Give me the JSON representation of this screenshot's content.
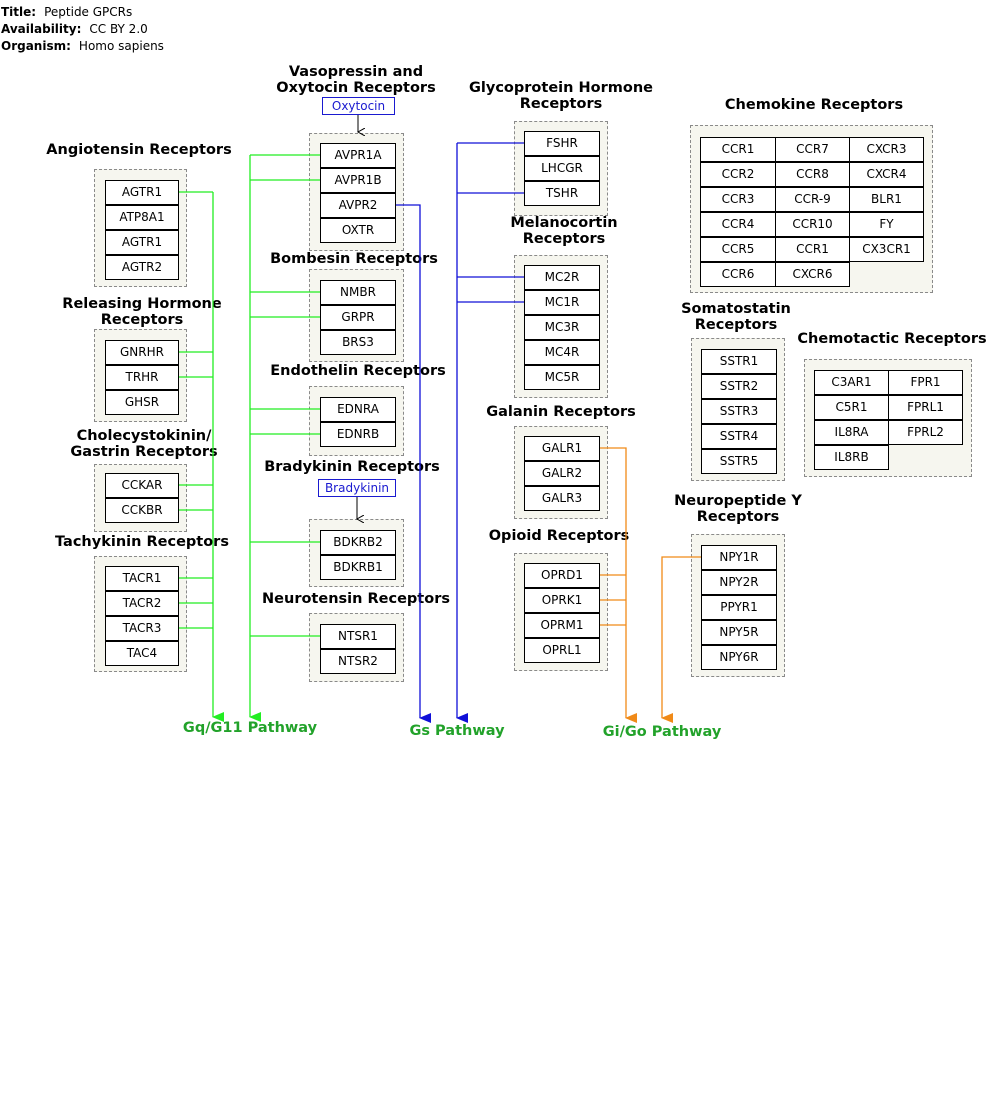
{
  "meta": {
    "title_label": "Title:",
    "title": "Peptide GPCRs",
    "availability_label": "Availability:",
    "availability": "CC BY 2.0",
    "organism_label": "Organism:",
    "organism": "Homo sapiens"
  },
  "groups": {
    "angiotensin": {
      "title": "Angiotensin Receptors",
      "genes": [
        "AGTR1",
        "ATP8A1",
        "AGTR1",
        "AGTR2"
      ]
    },
    "releasing": {
      "title": "Releasing Hormone\nReceptors",
      "genes": [
        "GNRHR",
        "TRHR",
        "GHSR"
      ]
    },
    "cholecystokinin": {
      "title": "Cholecystokinin/\nGastrin Receptors",
      "genes": [
        "CCKAR",
        "CCKBR"
      ]
    },
    "tachykinin": {
      "title": "Tachykinin Receptors",
      "genes": [
        "TACR1",
        "TACR2",
        "TACR3",
        "TAC4"
      ]
    },
    "vasopressin": {
      "title": "Vasopressin and\nOxytocin Receptors",
      "ligand": "Oxytocin",
      "genes": [
        "AVPR1A",
        "AVPR1B",
        "AVPR2",
        "OXTR"
      ]
    },
    "bombesin": {
      "title": "Bombesin Receptors",
      "genes": [
        "NMBR",
        "GRPR",
        "BRS3"
      ]
    },
    "endothelin": {
      "title": "Endothelin Receptors",
      "genes": [
        "EDNRA",
        "EDNRB"
      ]
    },
    "bradykinin": {
      "title": "Bradykinin Receptors",
      "ligand": "Bradykinin",
      "genes": [
        "BDKRB2",
        "BDKRB1"
      ]
    },
    "neurotensin": {
      "title": "Neurotensin Receptors",
      "genes": [
        "NTSR1",
        "NTSR2"
      ]
    },
    "glycoprotein": {
      "title": "Glycoprotein Hormone\nReceptors",
      "genes": [
        "FSHR",
        "LHCGR",
        "TSHR"
      ]
    },
    "melanocortin": {
      "title": "Melanocortin\nReceptors",
      "genes": [
        "MC2R",
        "MC1R",
        "MC3R",
        "MC4R",
        "MC5R"
      ]
    },
    "galanin": {
      "title": "Galanin Receptors",
      "genes": [
        "GALR1",
        "GALR2",
        "GALR3"
      ]
    },
    "opioid": {
      "title": "Opioid Receptors",
      "genes": [
        "OPRD1",
        "OPRK1",
        "OPRM1",
        "OPRL1"
      ]
    },
    "chemokine": {
      "title": "Chemokine Receptors",
      "genes": [
        "CCR1",
        "CCR2",
        "CCR3",
        "CCR4",
        "CCR5",
        "CCR6",
        "CCR7",
        "CCR8",
        "CCR-9",
        "CCR10",
        "CCR1",
        "CXCR6",
        "CXCR3",
        "CXCR4",
        "BLR1",
        "FY",
        "CX3CR1"
      ]
    },
    "somatostatin": {
      "title": "Somatostatin\nReceptors",
      "genes": [
        "SSTR1",
        "SSTR2",
        "SSTR3",
        "SSTR4",
        "SSTR5"
      ]
    },
    "chemotactic": {
      "title": "Chemotactic Receptors",
      "genes": [
        "C3AR1",
        "C5R1",
        "IL8RA",
        "IL8RB",
        "FPR1",
        "FPRL1",
        "FPRL2"
      ]
    },
    "neuropeptide": {
      "title": "Neuropeptide Y\nReceptors",
      "genes": [
        "NPY1R",
        "NPY2R",
        "PPYR1",
        "NPY5R",
        "NPY6R"
      ]
    }
  },
  "pathways": {
    "gq": "Gq/G11 Pathway",
    "gs": "Gs Pathway",
    "gi": "Gi/Go Pathway"
  },
  "colors": {
    "gq": "#22ee22",
    "gs": "#1010d8",
    "gi": "#f08a18",
    "pathway_text": "#22a22a",
    "ligand": "#1a1ad0"
  }
}
